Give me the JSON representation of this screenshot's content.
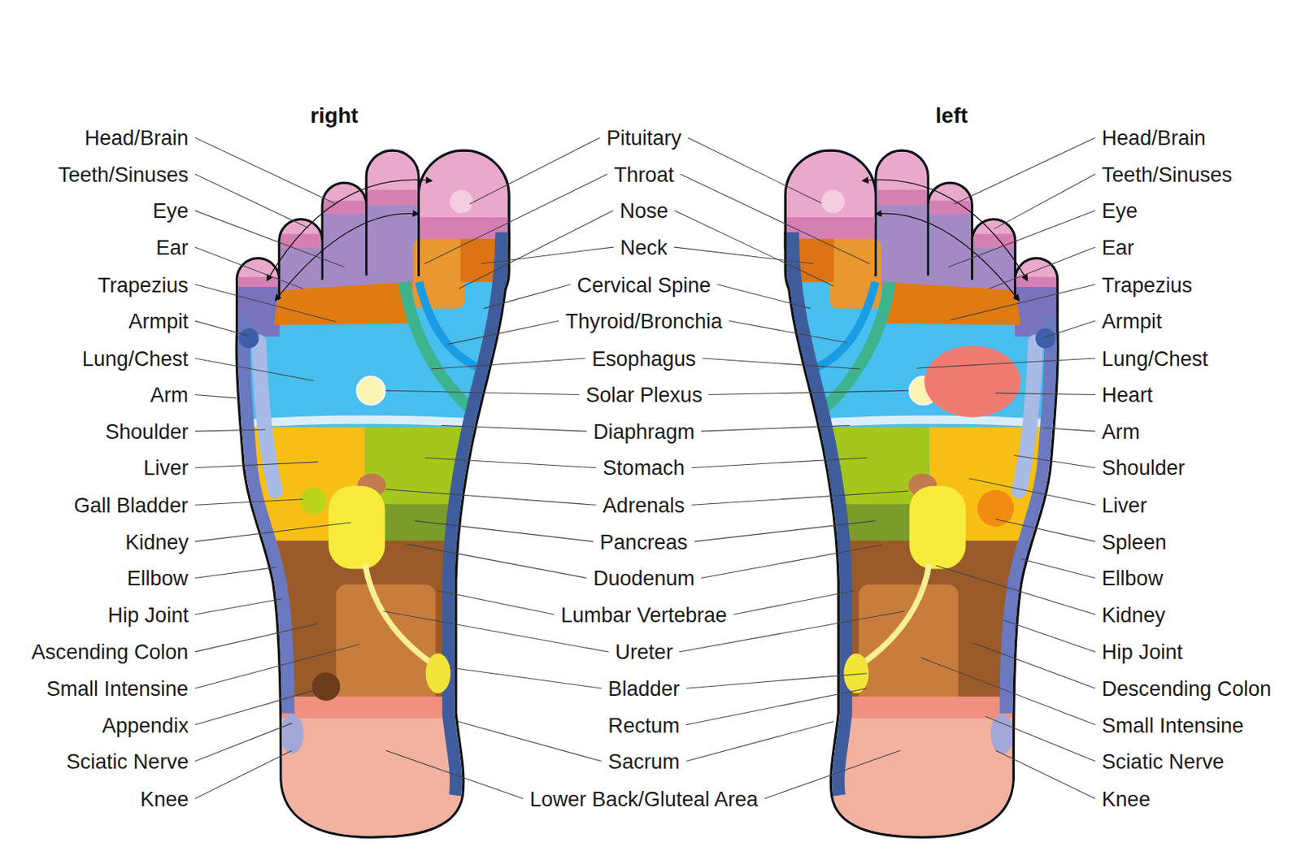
{
  "diagram": {
    "labels": [
      "right",
      "left",
      "Head/Brain",
      "Teeth/Sinuses",
      "Eye",
      "Ear",
      "Trapezius",
      "Armpit",
      "Lung/Chest",
      "Arm",
      "Shoulder",
      "Liver",
      "Gall Bladder",
      "Kidney",
      "Ellbow",
      "Hip Joint",
      "Ascending Colon",
      "Small Intensine",
      "Appendix",
      "Sciatic Nerve",
      "Knee",
      "Pituitary",
      "Throat",
      "Nose",
      "Neck",
      "Cervical Spine",
      "Thyroid/Bronchia",
      "Esophagus",
      "Solar Plexus",
      "Diaphragm",
      "Stomach",
      "Adrenals",
      "Pancreas",
      "Duodenum",
      "Lumbar Vertebrae",
      "Ureter",
      "Bladder",
      "Rectum",
      "Sacrum",
      "Lower Back/Gluteal Area",
      "Head/Brain",
      "Teeth/Sinuses",
      "Eye",
      "Ear",
      "Trapezius",
      "Armpit",
      "Lung/Chest",
      "Heart",
      "Arm",
      "Shoulder",
      "Liver",
      "Spleen",
      "Ellbow",
      "Kidney",
      "Hip Joint",
      "Descending Colon",
      "Small Intensine",
      "Sciatic Nerve",
      "Knee"
    ]
  }
}
